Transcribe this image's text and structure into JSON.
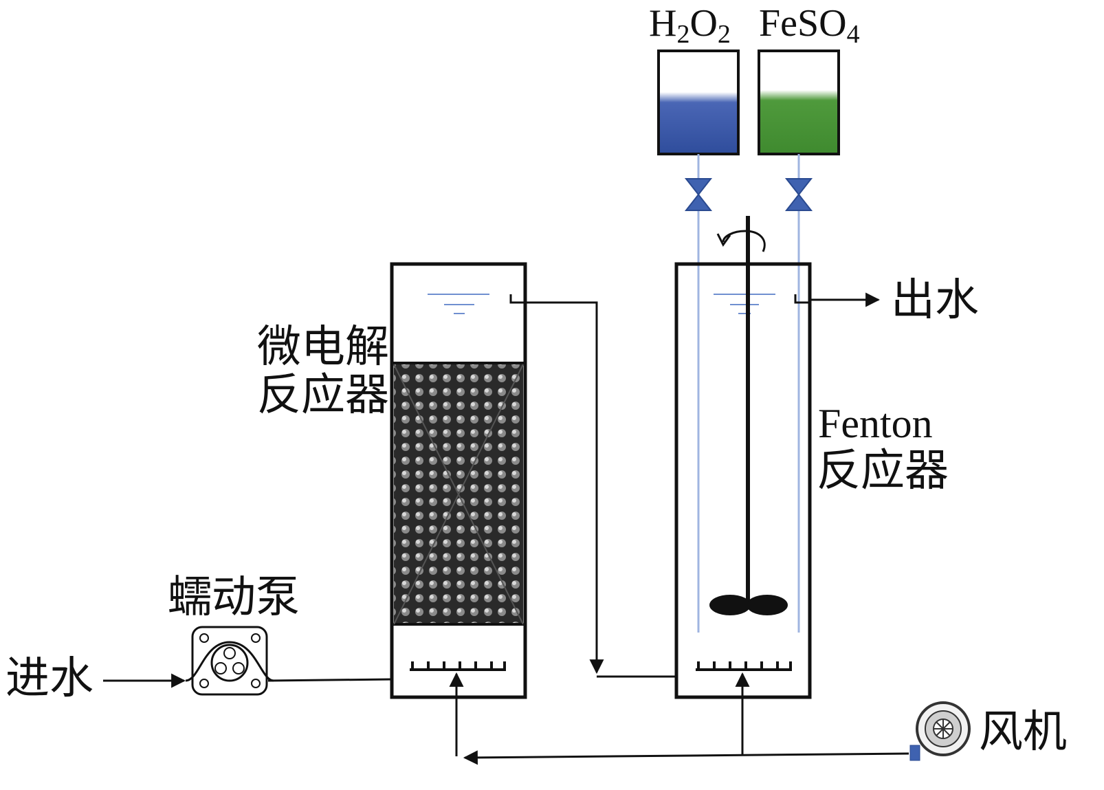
{
  "labels": {
    "h2o2": {
      "main": "H",
      "sub1": "2",
      "mid": "O",
      "sub2": "2"
    },
    "feso4": {
      "main": "FeSO",
      "sub": "4"
    },
    "outlet": "出水",
    "micro_reactor_line1": "微电解",
    "micro_reactor_line2": "反应器",
    "fenton_line1": "Fenton",
    "fenton_line2": "反应器",
    "pump": "蠕动泵",
    "inlet": "进水",
    "blower": "风机"
  },
  "colors": {
    "line": "#111111",
    "h2o2_liquid": "#2f4d9c",
    "feso4_liquid": "#3f8a2f",
    "feed_tube": "#9fb4e0",
    "valve": "#3f62b0",
    "water_level": "#6f8fd0",
    "packing": "#2a2a2a"
  },
  "icons": [
    "peristaltic-pump-icon",
    "blower-icon",
    "valve-icon",
    "stirrer-icon",
    "rotation-arrow-icon"
  ]
}
